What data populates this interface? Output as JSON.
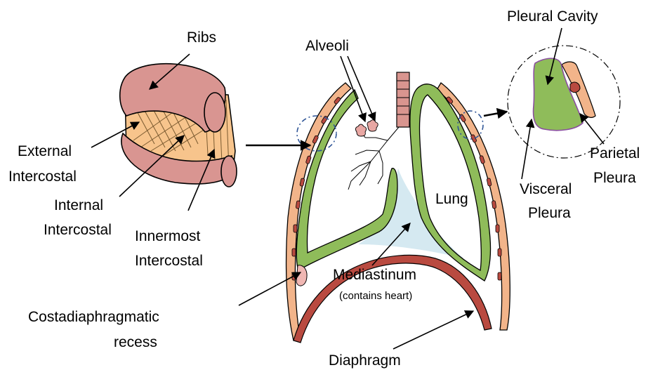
{
  "labels": {
    "ribs": "Ribs",
    "external_intercostal": [
      "External",
      "Intercostal"
    ],
    "internal_intercostal": [
      "Internal",
      "Intercostal"
    ],
    "innermost_intercostal": [
      "Innermost",
      "Intercostal"
    ],
    "alveoli": "Alveoli",
    "lung": "Lung",
    "mediastinum": "Mediastinum",
    "mediastinum_note": "(contains heart)",
    "costadiaphragmatic_recess": [
      "Costadiaphragmatic",
      "recess"
    ],
    "diaphragm": "Diaphragm",
    "pleural_cavity": "Pleural Cavity",
    "parietal_pleura": [
      "Parietal",
      "Pleura"
    ],
    "visceral_pleura": [
      "Visceral",
      "Pleura"
    ]
  },
  "colors": {
    "rib": "#d99591",
    "muscle": "#f7c48c",
    "lung": "#8fbc5a",
    "mediastinum": "#d5e9f1",
    "diaphragm": "#b94a40",
    "chest_wall": "#f2b48a",
    "trachea": "#d9958f",
    "alveoli": "#e8a7a3",
    "dashed_circle": "#2f5597"
  }
}
